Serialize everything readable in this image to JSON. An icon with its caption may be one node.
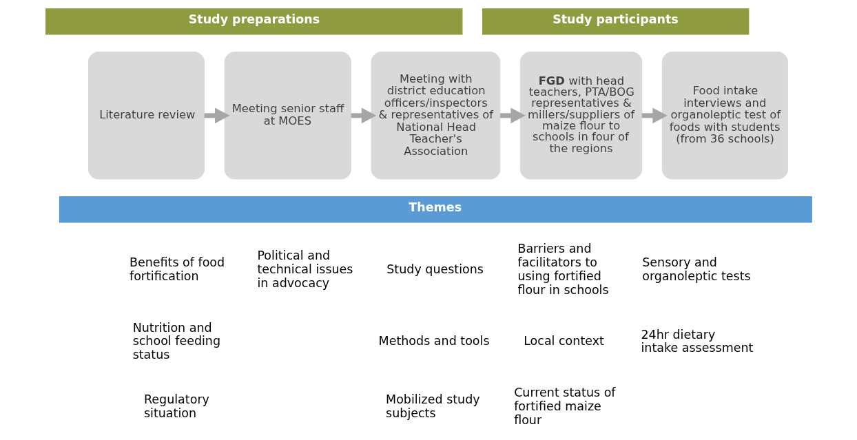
{
  "diagram": {
    "nodes": [
      {
        "text": [
          "Study preparations"
        ]
      },
      {
        "text": [
          "Study participants"
        ]
      },
      {
        "text": [
          "Literature review"
        ]
      },
      {
        "text": [
          "Meeting senior staff at MOES"
        ]
      },
      {
        "text": [
          "Meeting with district education officers/inspectors & representatives of National Head Teacher's Association"
        ]
      },
      {
        "text": [
          "**FGD** with head teachers, PTA/BOG representatives & millers/suppliers of maize flour to schools in four of the regions"
        ]
      },
      {
        "text": [
          "Food intake interviews and organoleptic test of foods with students (from 36 schools)"
        ]
      },
      {
        "text": [
          "Themes"
        ]
      }
    ],
    "edges": [
      {
        "from": 2,
        "to": 3,
        "arrow": "to"
      },
      {
        "from": 3,
        "to": 4,
        "arrow": "to"
      },
      {
        "from": 4,
        "to": 5,
        "arrow": "to"
      },
      {
        "from": 5,
        "to": 6,
        "arrow": "to"
      }
    ],
    "labels": [
      "Benefits of food fortification",
      "Nutrition and school feeding status",
      "Regulatory situation",
      "Political and technical issues in advocacy",
      "Study questions",
      "Methods and tools",
      "Mobilized study subjects",
      "Barriers and facilitators to using fortified flour in schools",
      "Local context",
      "Current status of fortified maize flour",
      "Sensory and organoleptic tests",
      "24hr dietary intake assessment"
    ]
  }
}
